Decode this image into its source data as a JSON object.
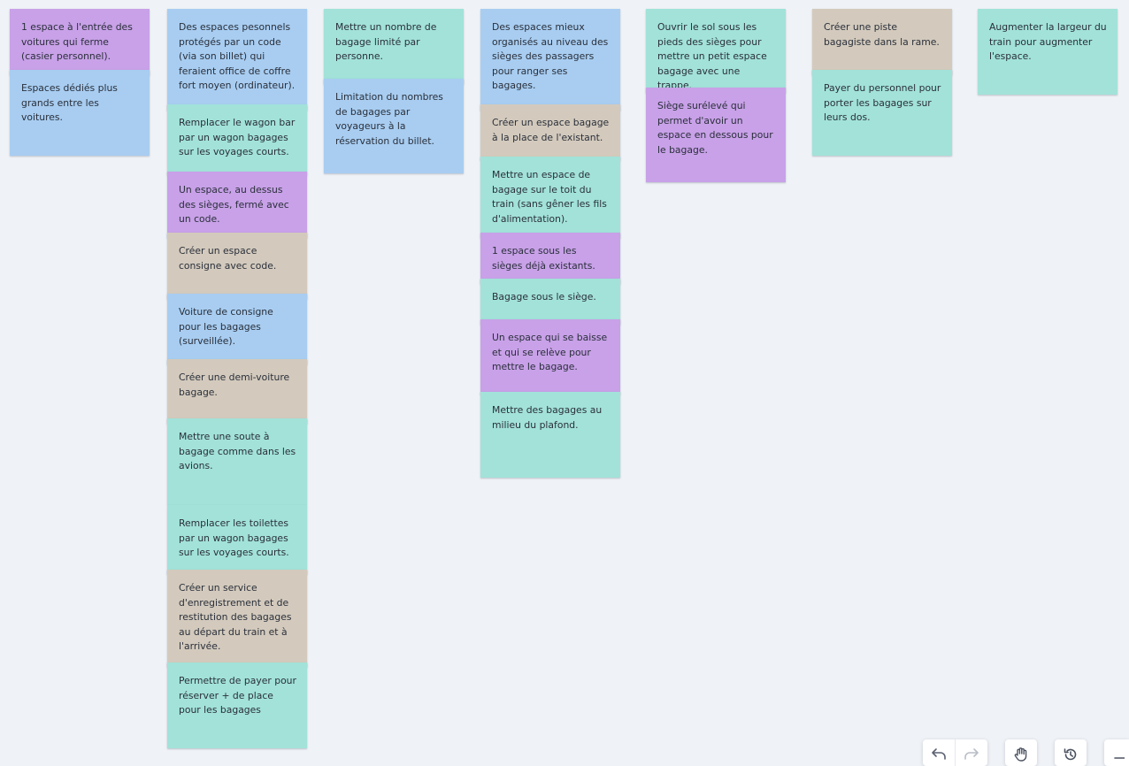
{
  "board": {
    "notes": [
      {
        "text": "1 espace à l'entrée des voitures qui ferme (casier personnel).",
        "color": "purple"
      },
      {
        "text": "Espaces dédiés plus grands entre les voitures.",
        "color": "blue"
      },
      {
        "text": "Des espaces pesonnels protégés par un code (via son billet) qui feraient office de coffre fort moyen (ordinateur).",
        "color": "blue"
      },
      {
        "text": "Remplacer le wagon bar par un wagon bagages sur les voyages courts.",
        "color": "teal"
      },
      {
        "text": "Un espace, au dessus des sièges, fermé avec un code.",
        "color": "purple"
      },
      {
        "text": "Créer un espace consigne avec code.",
        "color": "beige"
      },
      {
        "text": "Voiture de consigne pour les bagages (surveillée).",
        "color": "blue"
      },
      {
        "text": "Créer une demi-voiture bagage.",
        "color": "beige"
      },
      {
        "text": "Mettre une soute à bagage comme dans les avions.",
        "color": "teal"
      },
      {
        "text": "Remplacer les toilettes par un wagon bagages sur les voyages courts.",
        "color": "teal"
      },
      {
        "text": "Créer un service d'enregistrement et de restitution des bagages au départ du train et à l'arrivée.",
        "color": "beige"
      },
      {
        "text": "Permettre de payer pour réserver + de place pour les bagages",
        "color": "teal"
      },
      {
        "text": "Mettre un nombre de bagage limité par personne.",
        "color": "teal"
      },
      {
        "text": "Limitation du nombres de bagages par voyageurs à la réservation du billet.",
        "color": "blue"
      },
      {
        "text": "Des espaces mieux organisés au niveau des sièges des passagers pour ranger ses bagages.",
        "color": "blue"
      },
      {
        "text": "Créer un espace bagage à la place de l'existant.",
        "color": "beige"
      },
      {
        "text": "Mettre un espace de bagage sur le toit du train (sans gêner les fils d'alimentation).",
        "color": "teal"
      },
      {
        "text": "1 espace sous les sièges déjà existants.",
        "color": "purple"
      },
      {
        "text": "Bagage sous le siège.",
        "color": "teal"
      },
      {
        "text": "Un espace qui se baisse et qui se relève pour mettre le bagage.",
        "color": "purple"
      },
      {
        "text": "Mettre des bagages au milieu du plafond.",
        "color": "teal"
      },
      {
        "text": "Ouvrir le sol sous les pieds des sièges pour mettre un petit espace bagage avec une trappe.",
        "color": "teal"
      },
      {
        "text": "Siège surélevé qui permet d'avoir un espace en dessous pour le bagage.",
        "color": "purple"
      },
      {
        "text": "Créer une piste bagagiste dans la rame.",
        "color": "beige"
      },
      {
        "text": "Payer du personnel pour porter les bagages sur leurs dos.",
        "color": "teal"
      },
      {
        "text": "Augmenter la largeur du train pour augmenter l'espace.",
        "color": "teal"
      }
    ]
  },
  "toolbar": {
    "history": [
      "undo-icon",
      "redo-icon"
    ],
    "tools": [
      "hand-icon",
      "history-icon",
      "zoom-out-icon"
    ]
  }
}
